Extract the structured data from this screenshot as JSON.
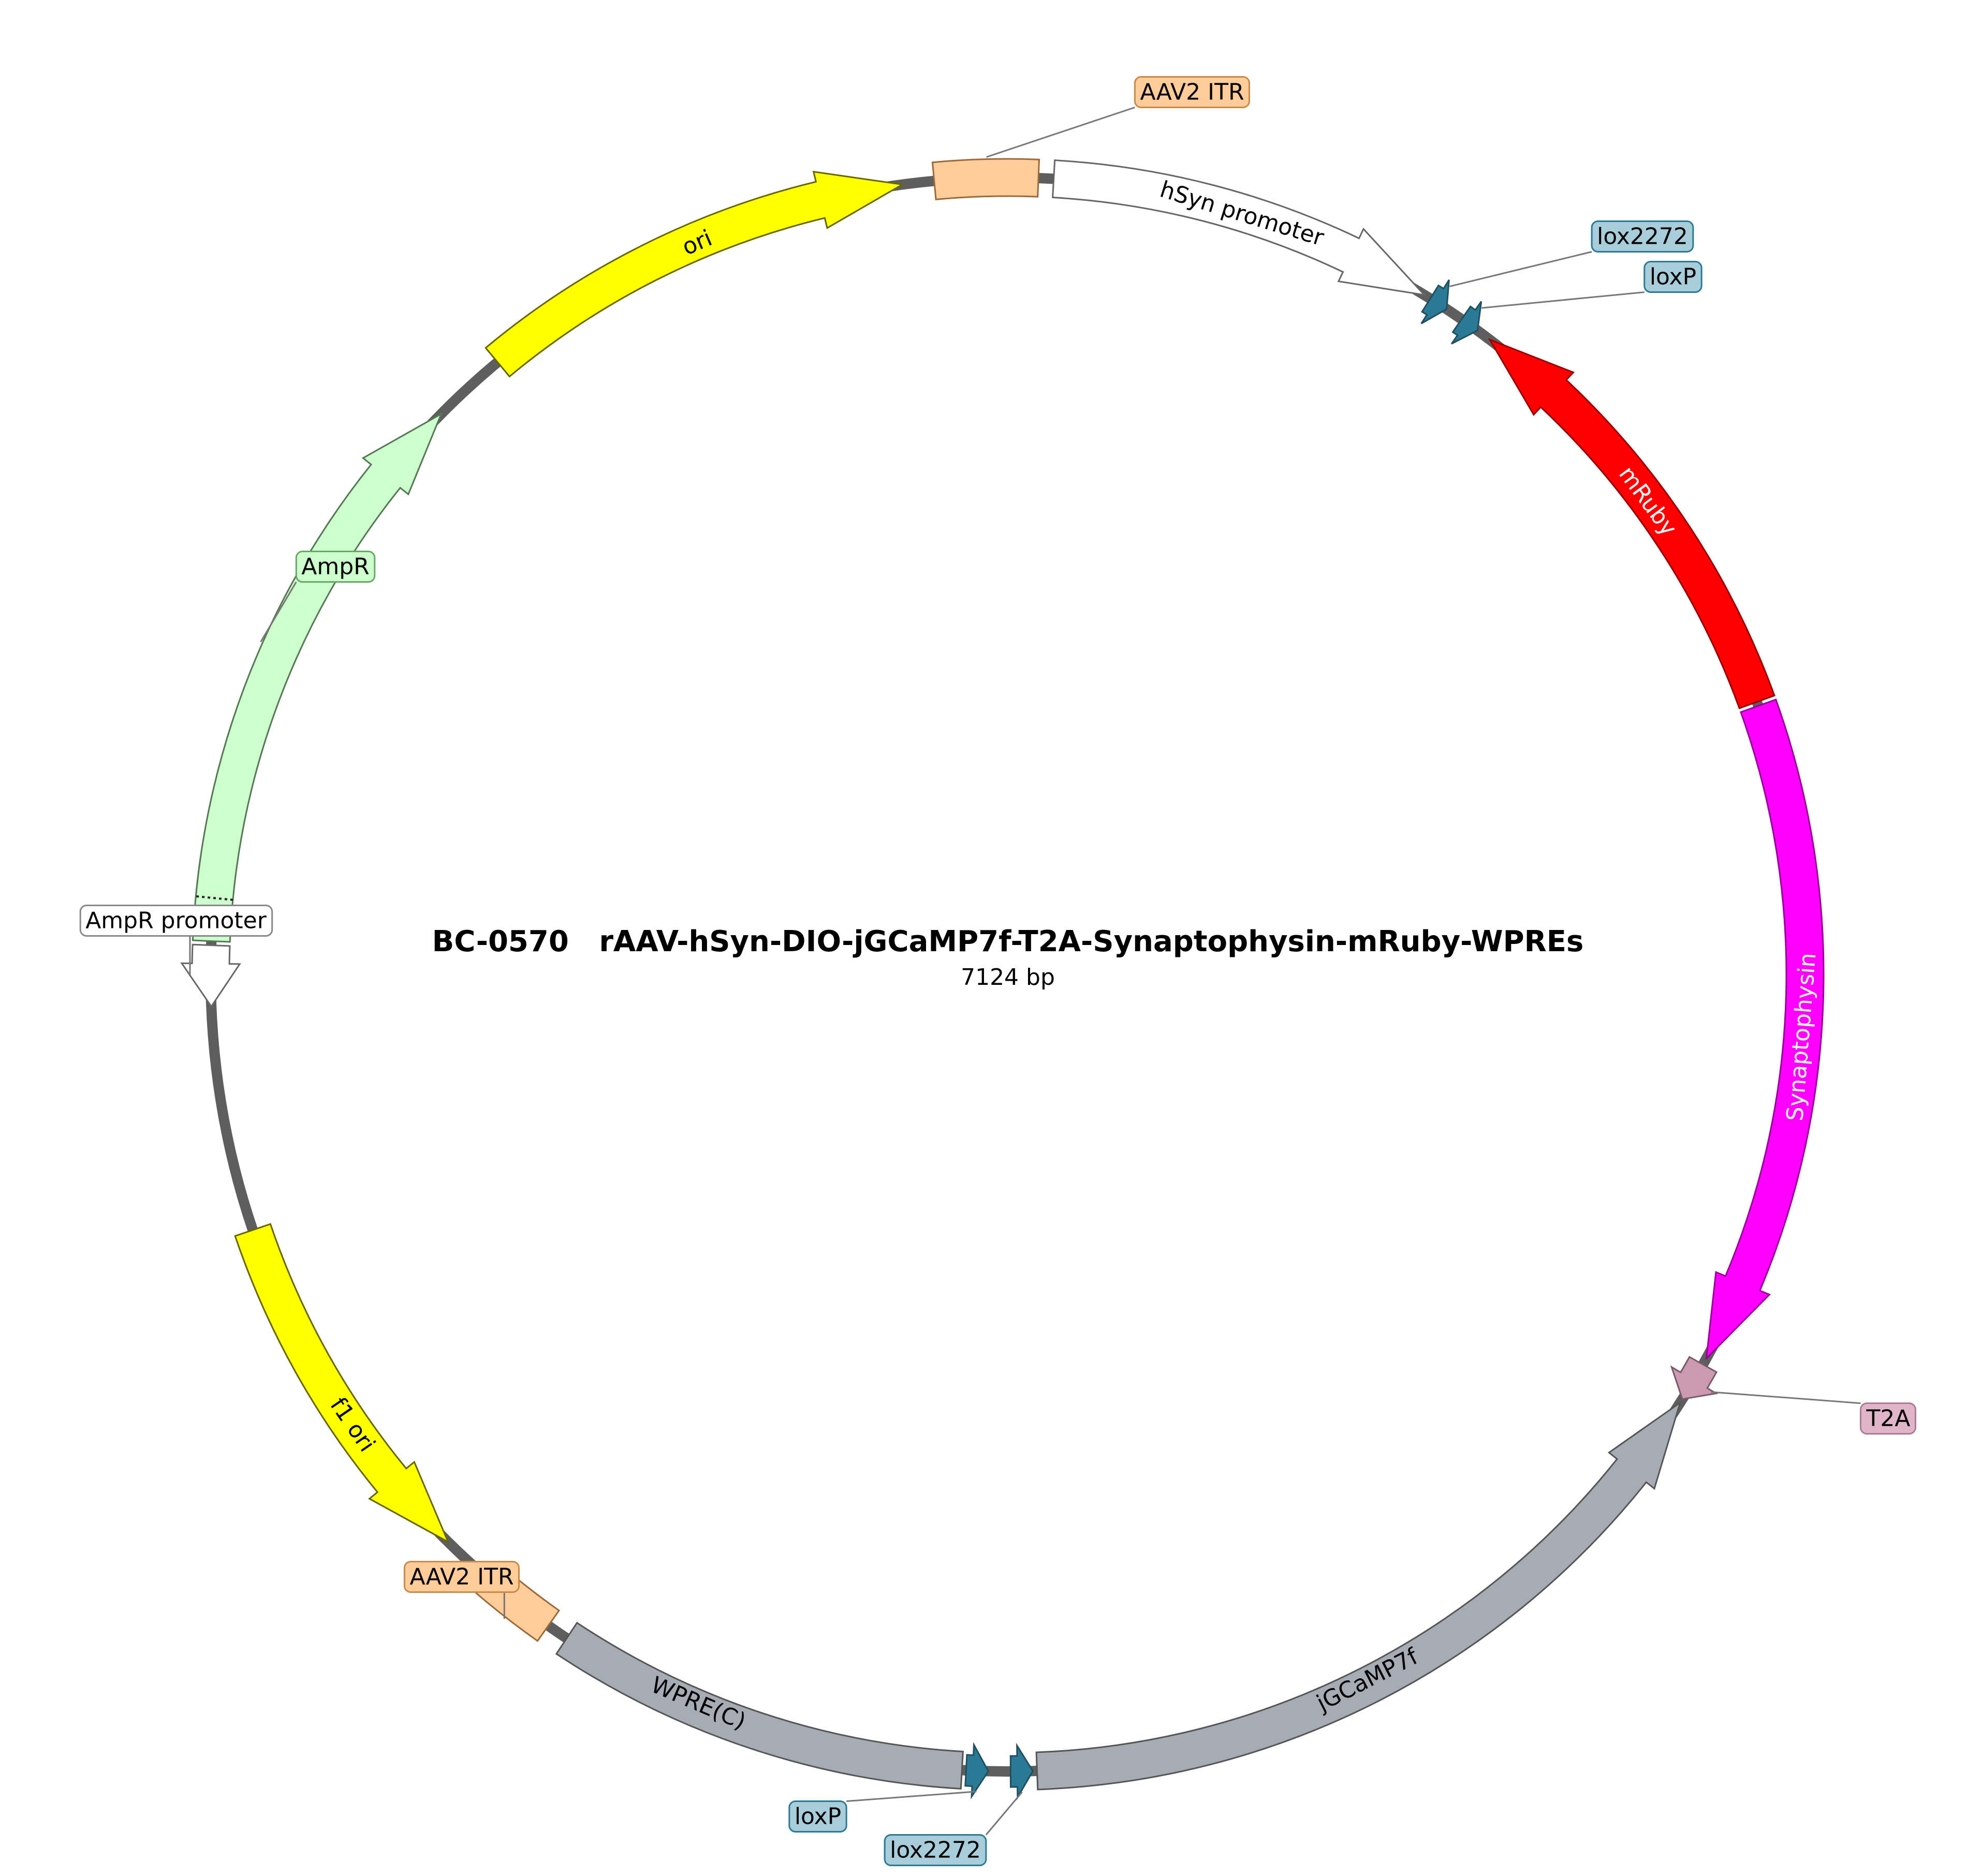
{
  "title": "BC-0570   rAAV-hSyn-DIO-jGCaMP7f-T2A-Synaptophysin-mRuby-WPREs",
  "size_label": "7124 bp",
  "features": [
    {
      "id": "aav2-itr-top",
      "angle_start": 354.7,
      "angle_end": 2.2,
      "direction": "none",
      "fill": "#ffcc99",
      "stroke": "#9a6a3a"
    },
    {
      "id": "hsyn-promoter",
      "label": "hSyn promoter",
      "angle_start": 3.3,
      "angle_end": 31.5,
      "direction": "cw",
      "fill": "#ffffff",
      "stroke": "#666666",
      "label_color": "#000000"
    },
    {
      "id": "lox2272-top",
      "angle_start": 32.0,
      "angle_end": 33.4,
      "direction": "cw",
      "fill": "#2a7a96",
      "stroke": "#1f4f60"
    },
    {
      "id": "loxp-top",
      "angle_start": 34.7,
      "angle_end": 36.1,
      "direction": "cw",
      "fill": "#2a7a96",
      "stroke": "#1f4f60"
    },
    {
      "id": "mruby",
      "label": "mRuby",
      "angle_start": 37.2,
      "angle_end": 70.0,
      "direction": "ccw",
      "fill": "#ff0000",
      "stroke": "#990000",
      "label_color": "#ffffff"
    },
    {
      "id": "synaptophysin",
      "label": "Synaptophysin",
      "angle_start": 70.3,
      "angle_end": 118.8,
      "direction": "cw",
      "fill": "#ff00ff",
      "stroke": "#990099",
      "label_color": "#ffffff"
    },
    {
      "id": "t2a",
      "angle_start": 119.3,
      "angle_end": 122.2,
      "direction": "cw",
      "fill": "#cc99b2",
      "stroke": "#7a5a6a"
    },
    {
      "id": "jgcamp7f",
      "label": "jGCaMP7f",
      "angle_start": 122.5,
      "angle_end": 177.9,
      "direction": "ccw",
      "fill": "#a6acb3",
      "stroke": "#555555",
      "label_color": "#000000"
    },
    {
      "id": "lox2272-bottom",
      "angle_start": 178.2,
      "angle_end": 179.8,
      "direction": "ccw",
      "fill": "#2a7a96",
      "stroke": "#1f4f60"
    },
    {
      "id": "loxp-bottom",
      "angle_start": 181.4,
      "angle_end": 183.0,
      "direction": "ccw",
      "fill": "#2a7a96",
      "stroke": "#1f4f60"
    },
    {
      "id": "wpre-c",
      "label": "WPRE(C)",
      "angle_start": 183.3,
      "angle_end": 213.6,
      "direction": "none",
      "fill": "#a6acb3",
      "stroke": "#555555",
      "label_color": "#000000"
    },
    {
      "id": "aav2-itr-bottom",
      "angle_start": 215.2,
      "angle_end": 220.9,
      "direction": "none",
      "fill": "#ffcc99",
      "stroke": "#9a6a3a"
    },
    {
      "id": "f1-ori",
      "label": "f1 ori",
      "angle_start": 224.6,
      "angle_end": 251.3,
      "direction": "ccw",
      "fill": "#ffff00",
      "stroke": "#666600",
      "label_color": "#000000"
    },
    {
      "id": "ampr-promoter",
      "angle_start": 267.7,
      "angle_end": 272.1,
      "direction": "ccw",
      "fill": "#ffffff",
      "stroke": "#666666"
    },
    {
      "id": "ampr",
      "label": "AmpR",
      "angle_start": 272.4,
      "angle_end": 314.7,
      "direction": "cw",
      "fill": "#ccffcc",
      "stroke": "#557755",
      "label_color": "#000000"
    },
    {
      "id": "ori",
      "label": "ori",
      "angle_start": 320.2,
      "angle_end": 352.4,
      "direction": "cw",
      "fill": "#ffff00",
      "stroke": "#666600",
      "label_color": "#000000"
    }
  ],
  "callouts": [
    {
      "id": "aav2-itr-top",
      "text": "AAV2 ITR",
      "fill": "#ffcc99",
      "stroke": "#c98a4a"
    },
    {
      "id": "lox2272-top",
      "text": "lox2272",
      "fill": "#a6cdd9",
      "stroke": "#2a7a96"
    },
    {
      "id": "loxp-top",
      "text": "loxP",
      "fill": "#a6cdd9",
      "stroke": "#2a7a96"
    },
    {
      "id": "t2a",
      "text": "T2A",
      "fill": "#e0b4c9",
      "stroke": "#b07a94"
    },
    {
      "id": "lox2272-bottom",
      "text": "lox2272",
      "fill": "#a6cdd9",
      "stroke": "#2a7a96"
    },
    {
      "id": "loxp-bottom",
      "text": "loxP",
      "fill": "#a6cdd9",
      "stroke": "#2a7a96"
    },
    {
      "id": "aav2-itr-bottom",
      "text": "AAV2 ITR",
      "fill": "#ffcc99",
      "stroke": "#c98a4a"
    },
    {
      "id": "ampr-promoter",
      "text": "AmpR promoter",
      "fill": "#ffffff",
      "stroke": "#888888"
    },
    {
      "id": "ampr",
      "text": "AmpR",
      "fill": "#ccffcc",
      "stroke": "#66aa66"
    }
  ]
}
